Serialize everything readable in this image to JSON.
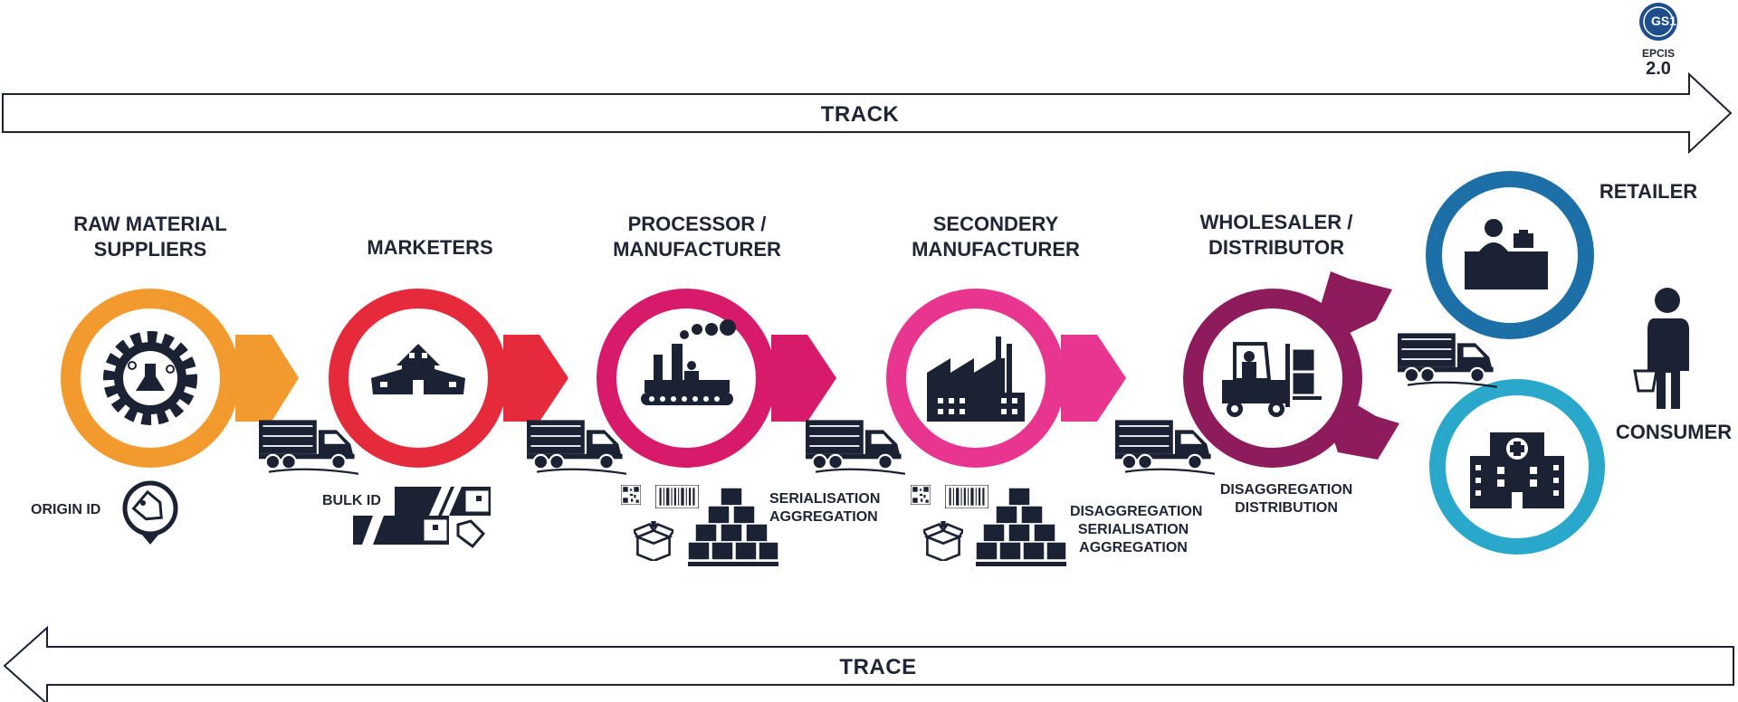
{
  "logo": {
    "gs1": "GS1",
    "epcis_label": "EPCIS",
    "epcis_version": "2.0"
  },
  "arrows": {
    "top": "TRACK",
    "bottom": "TRACE"
  },
  "stages": {
    "raw_material": {
      "line1": "RAW MATERIAL",
      "line2": "SUPPLIERS"
    },
    "marketers": {
      "line1": "MARKETERS"
    },
    "processor": {
      "line1": "PROCESSOR /",
      "line2": "MANUFACTURER"
    },
    "secondary": {
      "line1": "SECONDERY",
      "line2": "MANUFACTURER"
    },
    "wholesaler": {
      "line1": "WHOLESALER /",
      "line2": "DISTRIBUTOR"
    },
    "retailer": {
      "line1": "RETAILER"
    },
    "consumer": {
      "line1": "CONSUMER"
    }
  },
  "annotations": {
    "origin_id": "ORIGIN ID",
    "bulk_id": "BULK ID",
    "processor_events": [
      "SERIALISATION",
      "AGGREGATION"
    ],
    "secondary_events": [
      "DISAGGREGATION",
      "SERIALISATION",
      "AGGREGATION"
    ],
    "wholesaler_events": [
      "DISAGGREGATION",
      "DISTRIBUTION"
    ]
  },
  "colors": {
    "navy": "#1b2233",
    "orange": "#f39a2e",
    "red": "#e52a3b",
    "magenta": "#d81a6a",
    "pink": "#e8358f",
    "purple": "#8e1b5c",
    "blue": "#1d6fa8",
    "teal": "#2aa8cc"
  }
}
